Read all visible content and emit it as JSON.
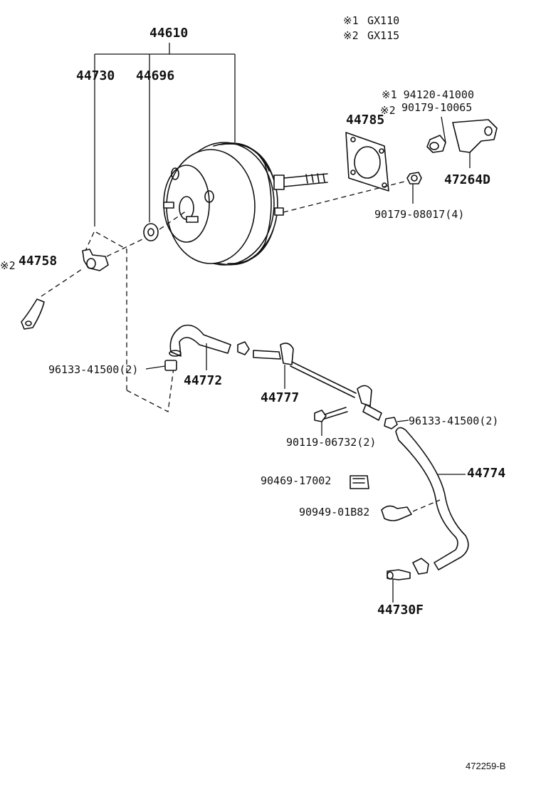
{
  "legend": [
    {
      "mark": "※1",
      "model": "GX110"
    },
    {
      "mark": "※2",
      "model": "GX115"
    }
  ],
  "parts": {
    "p44610": "44610",
    "p44730": "44730",
    "p44696": "44696",
    "p44785": "44785",
    "p94120": "※1 94120-41000",
    "p90179a_mark": "※2",
    "p90179a": "90179-10065",
    "p47264D": "47264D",
    "p90179b": "90179-08017(4)",
    "p44758_mark": "※2",
    "p44758": "44758",
    "p96133a": "96133-41500(2)",
    "p44772": "44772",
    "p44777": "44777",
    "p96133b": "96133-41500(2)",
    "p90119": "90119-06732(2)",
    "p44774": "44774",
    "p90469": "90469-17002",
    "p90949": "90949-01B82",
    "p44730F": "44730F"
  },
  "figure_ref": "472259-B"
}
